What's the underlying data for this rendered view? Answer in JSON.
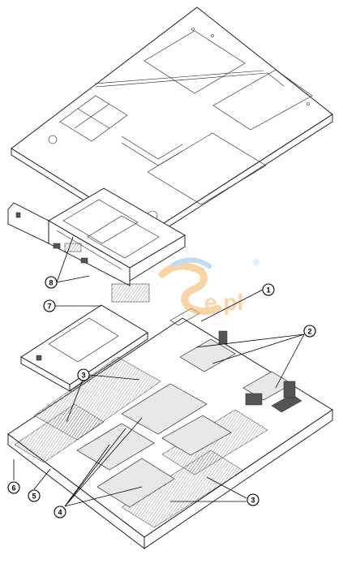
{
  "callouts": [
    {
      "id": "1",
      "label": "1"
    },
    {
      "id": "2",
      "label": "2"
    },
    {
      "id": "3a",
      "label": "3"
    },
    {
      "id": "3b",
      "label": "3"
    },
    {
      "id": "4",
      "label": "4"
    },
    {
      "id": "5",
      "label": "5"
    },
    {
      "id": "6",
      "label": "6"
    },
    {
      "id": "7",
      "label": "7"
    },
    {
      "id": "8",
      "label": "8"
    }
  ],
  "watermark": {
    "text": "e.pl",
    "registered": "®"
  },
  "colors": {
    "line": "#111111",
    "watermark_orange": "#f6b25a",
    "watermark_blue": "#8cc3e8"
  }
}
